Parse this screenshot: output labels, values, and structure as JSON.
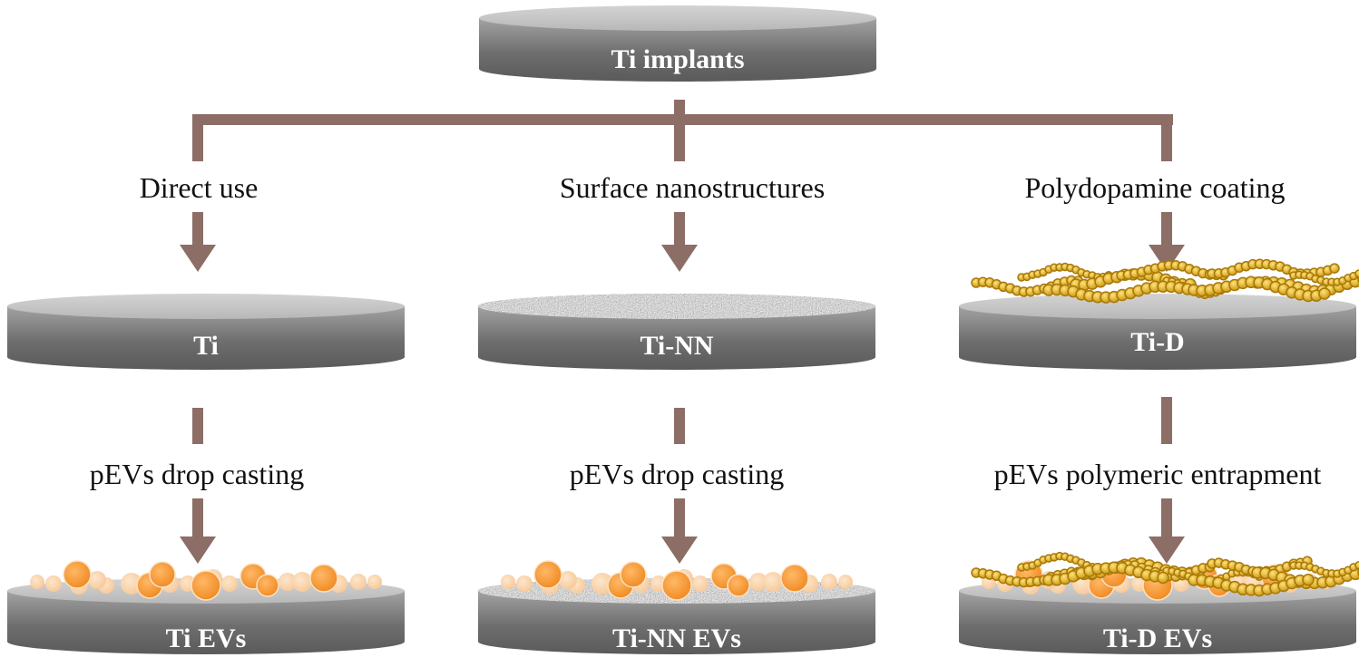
{
  "root": {
    "label": "Ti implants"
  },
  "branches": [
    {
      "id": "ti",
      "step1": "Direct use",
      "stage1": {
        "label": "Ti",
        "surface": "plain"
      },
      "step2": "pEVs drop casting",
      "stage2": {
        "label": "Ti EVs",
        "surface": "plain-evs"
      }
    },
    {
      "id": "ti-nn",
      "step1": "Surface nanostructures",
      "stage1": {
        "label": "Ti-NN",
        "surface": "nanostructured"
      },
      "step2": "pEVs drop casting",
      "stage2": {
        "label": "Ti-NN EVs",
        "surface": "nanostructured-evs"
      }
    },
    {
      "id": "ti-d",
      "step1": "Polydopamine coating",
      "stage1": {
        "label": "Ti-D",
        "surface": "polydopamine"
      },
      "step2": "pEVs polymeric entrapment",
      "stage2": {
        "label": "Ti-D EVs",
        "surface": "polydopamine-evs"
      }
    }
  ],
  "colors": {
    "connector": "#8c6e66",
    "disk_top": "#c9c9c9",
    "disk_side_dark": "#5f5f5f",
    "disk_side_light": "#999999",
    "ev_large": "#f59a3a",
    "ev_small": "#fbd6ae",
    "polydopamine_bead": "#e6b422",
    "label_text": "#ffffff"
  }
}
